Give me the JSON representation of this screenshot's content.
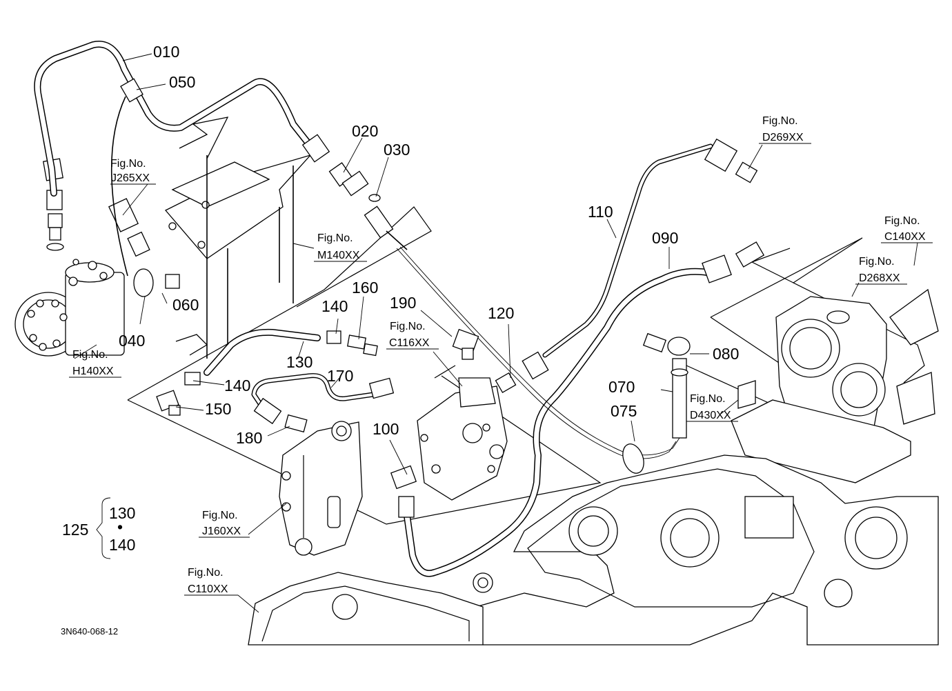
{
  "callouts": {
    "p010": "010",
    "p020": "020",
    "p030": "030",
    "p040": "040",
    "p050": "050",
    "p060": "060",
    "p070": "070",
    "p075": "075",
    "p080": "080",
    "p090": "090",
    "p100": "100",
    "p110": "110",
    "p120": "120",
    "p125": "125",
    "p130": "130",
    "p130b": "130",
    "p140a": "140",
    "p140b": "140",
    "p140c": "140",
    "p150": "150",
    "p160": "160",
    "p170": "170",
    "p180": "180",
    "p190": "190",
    "dot": "•"
  },
  "figure_refs": {
    "label": "Fig.No.",
    "j265": "J265XX",
    "m140": "M140XX",
    "h140": "H140XX",
    "c116": "C116XX",
    "d269": "D269XX",
    "c140": "C140XX",
    "d268": "D268XX",
    "d430": "D430XX",
    "j160": "J160XX",
    "c110": "C110XX"
  },
  "drawing_code": "3N640-068-12"
}
